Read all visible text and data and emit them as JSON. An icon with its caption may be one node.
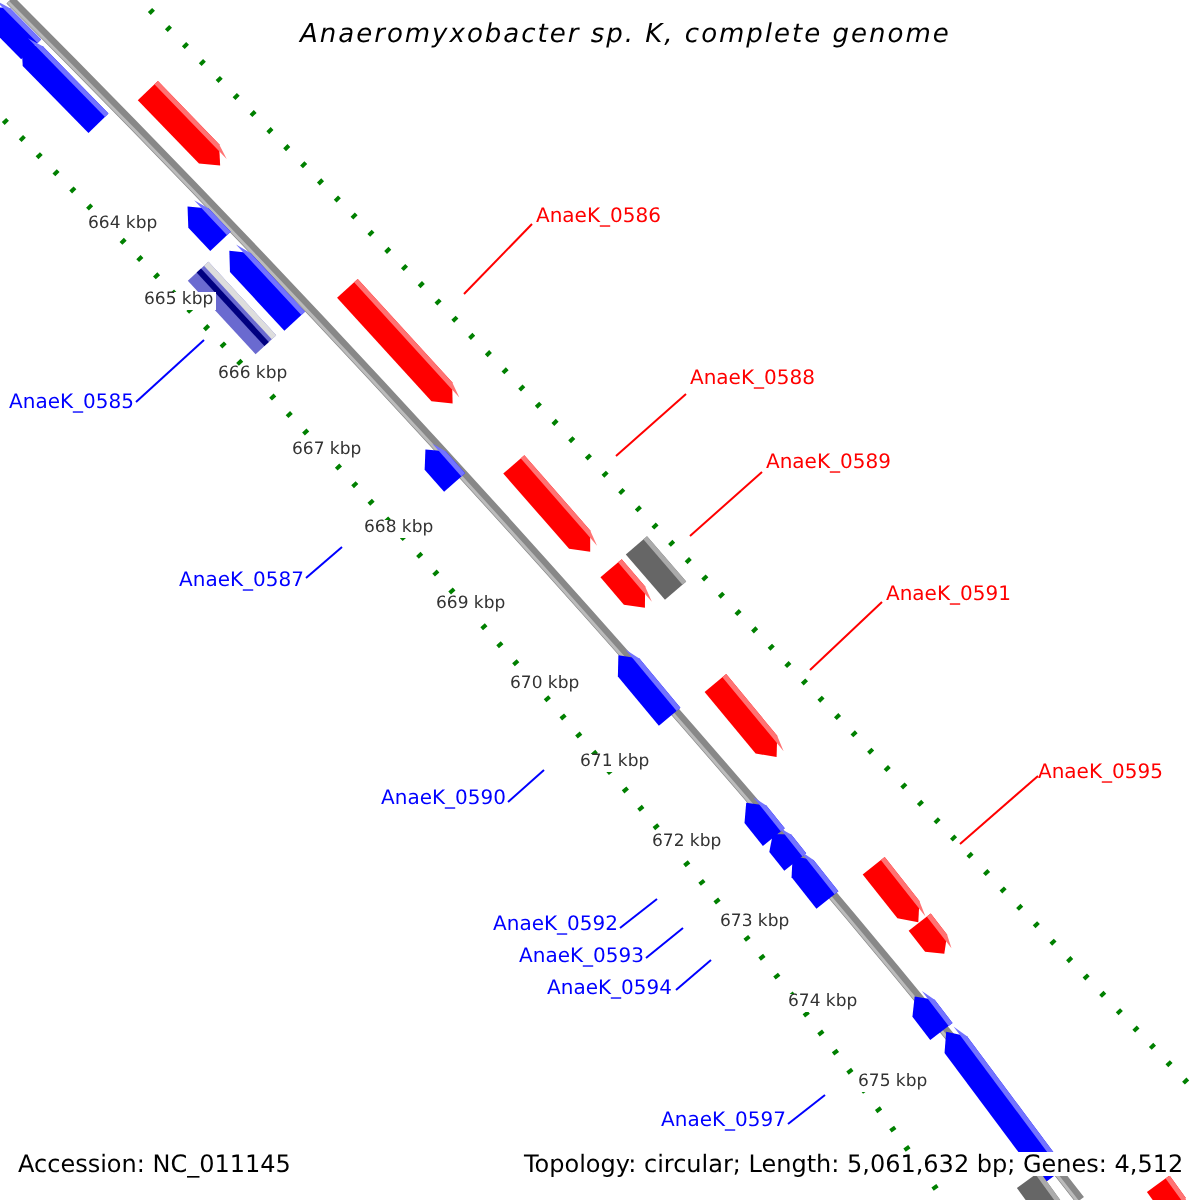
{
  "diagram": {
    "title": "Anaeromyxobacter sp. K, complete genome",
    "nodes": [
      {
        "text": [
          "AnaeK_0586"
        ]
      },
      {
        "text": [
          "AnaeK_0588"
        ]
      },
      {
        "text": [
          "AnaeK_0589"
        ]
      },
      {
        "text": [
          "AnaeK_0591"
        ]
      },
      {
        "text": [
          "AnaeK_0595"
        ]
      },
      {
        "text": [
          "AnaeK_0585"
        ]
      },
      {
        "text": [
          "AnaeK_0587"
        ]
      },
      {
        "text": [
          "AnaeK_0590"
        ]
      },
      {
        "text": [
          "AnaeK_0592"
        ]
      },
      {
        "text": [
          "AnaeK_0593"
        ]
      },
      {
        "text": [
          "AnaeK_0594"
        ]
      },
      {
        "text": [
          "AnaeK_0597"
        ]
      }
    ],
    "edges": [
      {
        "from": 0,
        "to": null,
        "arrow": "none",
        "color": "#ff0000"
      },
      {
        "from": 1,
        "to": null,
        "arrow": "none",
        "color": "#ff0000"
      },
      {
        "from": 2,
        "to": null,
        "arrow": "none",
        "color": "#ff0000"
      },
      {
        "from": 3,
        "to": null,
        "arrow": "none",
        "color": "#ff0000"
      },
      {
        "from": 4,
        "to": null,
        "arrow": "none",
        "color": "#ff0000"
      },
      {
        "from": 5,
        "to": null,
        "arrow": "none"
      },
      {
        "from": 6,
        "to": null,
        "arrow": "none"
      },
      {
        "from": 7,
        "to": null,
        "arrow": "none"
      },
      {
        "from": 8,
        "to": null,
        "arrow": "none"
      },
      {
        "from": 9,
        "to": null,
        "arrow": "none"
      },
      {
        "from": 10,
        "to": null,
        "arrow": "none"
      },
      {
        "from": 11,
        "to": null,
        "arrow": "none"
      }
    ],
    "labels": [
      "664 kbp",
      "665 kbp",
      "666 kbp",
      "667 kbp",
      "668 kbp",
      "669 kbp",
      "670 kbp",
      "671 kbp",
      "672 kbp",
      "673 kbp",
      "674 kbp",
      "675 kbp",
      "Accession: NC_011145",
      "Topology: circular; Length: 5,061,632 bp; Genes: 4,512"
    ]
  }
}
